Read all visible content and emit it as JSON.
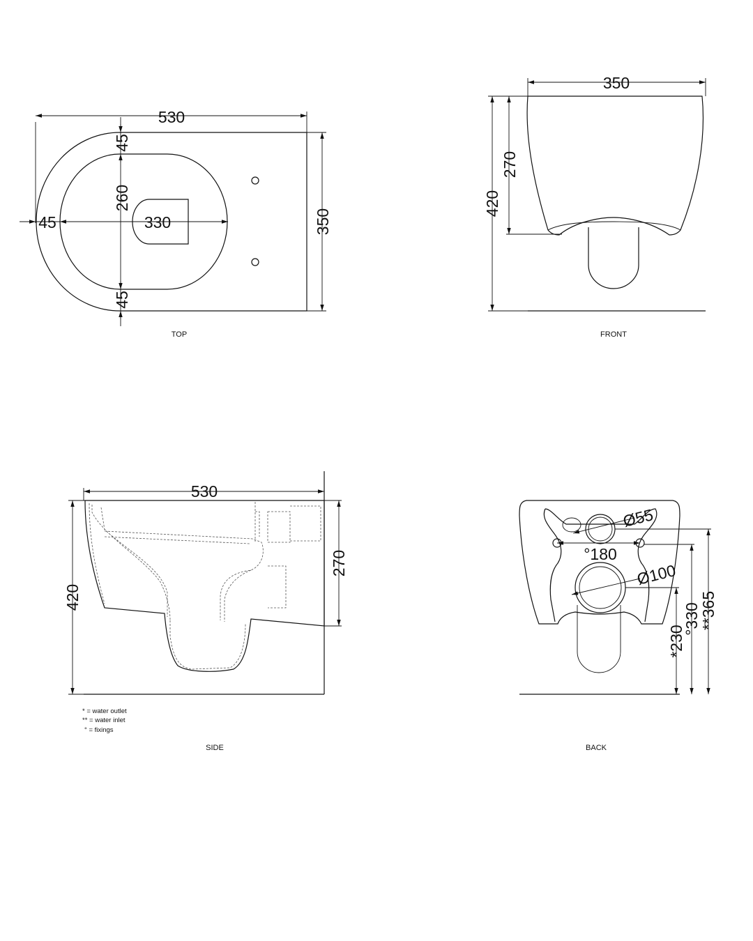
{
  "views": {
    "top": {
      "caption": "TOP",
      "dims": {
        "length": "530",
        "width": "350",
        "inner_length": "330",
        "inner_width": "260",
        "rim_top": "45",
        "rim_bottom": "45",
        "rim_side": "45"
      }
    },
    "front": {
      "caption": "FRONT",
      "dims": {
        "width": "350",
        "height": "420",
        "bowl_height": "270"
      }
    },
    "side": {
      "caption": "SIDE",
      "dims": {
        "length": "530",
        "height": "420",
        "bowl_height": "270"
      }
    },
    "back": {
      "caption": "BACK",
      "dims": {
        "inlet_dia": "Ø55",
        "outlet_dia": "Ø100",
        "fixings_spacing": "°180",
        "outlet_height": "*230",
        "fixings_height": "°330",
        "inlet_height": "**365"
      }
    }
  },
  "legend": [
    "* = water outlet",
    "** = water inlet",
    "° = fixings"
  ]
}
